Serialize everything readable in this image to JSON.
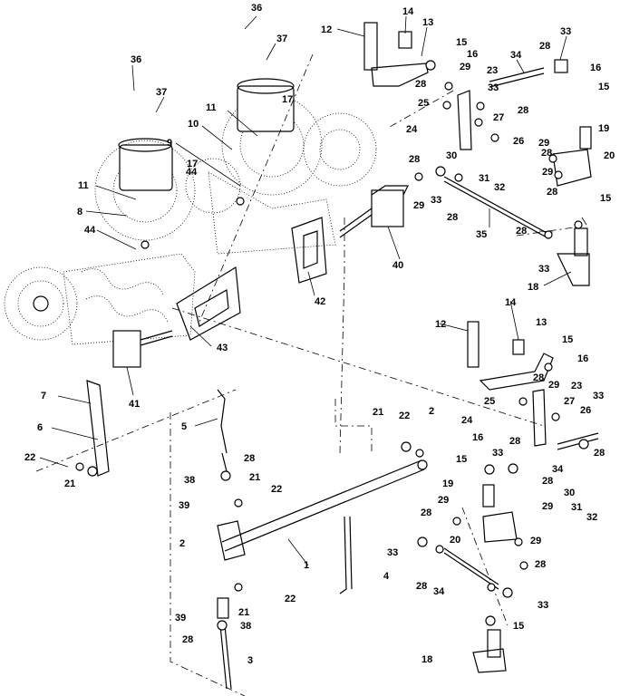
{
  "figure": {
    "callouts": [
      {
        "label": "36"
      },
      {
        "label": "37"
      },
      {
        "label": "12"
      },
      {
        "label": "14"
      },
      {
        "label": "13"
      },
      {
        "label": "15"
      },
      {
        "label": "16"
      },
      {
        "label": "28"
      },
      {
        "label": "33"
      },
      {
        "label": "34"
      },
      {
        "label": "29"
      },
      {
        "label": "28"
      },
      {
        "label": "23"
      },
      {
        "label": "16"
      },
      {
        "label": "15"
      },
      {
        "label": "33"
      },
      {
        "label": "25"
      },
      {
        "label": "27"
      },
      {
        "label": "28"
      },
      {
        "label": "24"
      },
      {
        "label": "26"
      },
      {
        "label": "19"
      },
      {
        "label": "36"
      },
      {
        "label": "37"
      },
      {
        "label": "17"
      },
      {
        "label": "11"
      },
      {
        "label": "10"
      },
      {
        "label": "9"
      },
      {
        "label": "30"
      },
      {
        "label": "31"
      },
      {
        "label": "32"
      },
      {
        "label": "28"
      },
      {
        "label": "29"
      },
      {
        "label": "20"
      },
      {
        "label": "29"
      },
      {
        "label": "28"
      },
      {
        "label": "17"
      },
      {
        "label": "44"
      },
      {
        "label": "11"
      },
      {
        "label": "8"
      },
      {
        "label": "44"
      },
      {
        "label": "28"
      },
      {
        "label": "29"
      },
      {
        "label": "33"
      },
      {
        "label": "28"
      },
      {
        "label": "35"
      },
      {
        "label": "15"
      },
      {
        "label": "28"
      },
      {
        "label": "33"
      },
      {
        "label": "18"
      },
      {
        "label": "40"
      },
      {
        "label": "42"
      },
      {
        "label": "43"
      },
      {
        "label": "41"
      },
      {
        "label": "12"
      },
      {
        "label": "14"
      },
      {
        "label": "13"
      },
      {
        "label": "15"
      },
      {
        "label": "16"
      },
      {
        "label": "28"
      },
      {
        "label": "29"
      },
      {
        "label": "23"
      },
      {
        "label": "25"
      },
      {
        "label": "27"
      },
      {
        "label": "33"
      },
      {
        "label": "24"
      },
      {
        "label": "26"
      },
      {
        "label": "7"
      },
      {
        "label": "6"
      },
      {
        "label": "5"
      },
      {
        "label": "22"
      },
      {
        "label": "21"
      },
      {
        "label": "21"
      },
      {
        "label": "22"
      },
      {
        "label": "2"
      },
      {
        "label": "16"
      },
      {
        "label": "28"
      },
      {
        "label": "15"
      },
      {
        "label": "33"
      },
      {
        "label": "28"
      },
      {
        "label": "34"
      },
      {
        "label": "30"
      },
      {
        "label": "31"
      },
      {
        "label": "32"
      },
      {
        "label": "28"
      },
      {
        "label": "38"
      },
      {
        "label": "21"
      },
      {
        "label": "22"
      },
      {
        "label": "39"
      },
      {
        "label": "19"
      },
      {
        "label": "28"
      },
      {
        "label": "29"
      },
      {
        "label": "29"
      },
      {
        "label": "2"
      },
      {
        "label": "20"
      },
      {
        "label": "33"
      },
      {
        "label": "28"
      },
      {
        "label": "29"
      },
      {
        "label": "28"
      },
      {
        "label": "1"
      },
      {
        "label": "34"
      },
      {
        "label": "4"
      },
      {
        "label": "22"
      },
      {
        "label": "28"
      },
      {
        "label": "33"
      },
      {
        "label": "39"
      },
      {
        "label": "21"
      },
      {
        "label": "38"
      },
      {
        "label": "15"
      },
      {
        "label": "28"
      },
      {
        "label": "18"
      },
      {
        "label": "3"
      }
    ]
  }
}
